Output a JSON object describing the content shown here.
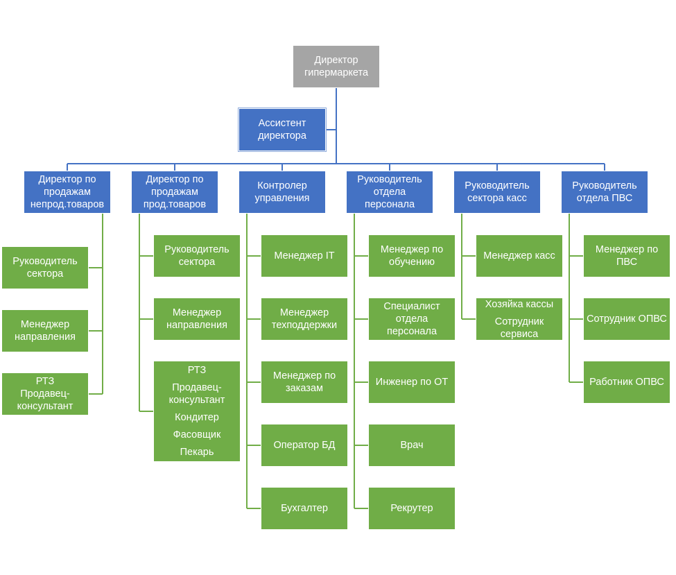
{
  "colors": {
    "top": "#a5a5a5",
    "manager": "#4472c4",
    "staff": "#70ad47",
    "connector": "#4472c4",
    "staff_connector": "#70ad47"
  },
  "nodes": {
    "director": [
      "Директор",
      "гипермаркета"
    ],
    "assistant": [
      "Ассистент",
      "директора"
    ],
    "heads": [
      {
        "title": [
          "Директор по",
          "продажам",
          "непрод.товаров"
        ],
        "staff": [
          [
            "Руководитель",
            "сектора"
          ],
          [
            "Менеджер",
            "направления"
          ],
          [
            "РТЗ",
            "Продавец-",
            "консультант"
          ]
        ]
      },
      {
        "title": [
          "Директор по",
          "продажам",
          "прод.товаров"
        ],
        "staff": [
          [
            "Руководитель",
            "сектора"
          ],
          [
            "Менеджер",
            "направления"
          ],
          [
            "РТЗ",
            "Продавец-",
            "консультант",
            "Кондитер",
            "Фасовщик",
            "Пекарь"
          ]
        ]
      },
      {
        "title": [
          "Контролер",
          "управления"
        ],
        "staff": [
          [
            "Менеджер IT"
          ],
          [
            "Менеджер",
            "техподдержки"
          ],
          [
            "Менеджер по",
            "заказам"
          ],
          [
            "Оператор БД"
          ],
          [
            "Бухгалтер"
          ]
        ]
      },
      {
        "title": [
          "Руководитель",
          "отдела",
          "персонала"
        ],
        "staff": [
          [
            "Менеджер по",
            "обучению"
          ],
          [
            "Специалист",
            "отдела",
            "персонала"
          ],
          [
            "Инженер по ОТ"
          ],
          [
            "Врач"
          ],
          [
            "Рекрутер"
          ]
        ]
      },
      {
        "title": [
          "Руководитель",
          "сектора касс"
        ],
        "staff": [
          [
            "Менеджер касс"
          ],
          [
            "Хозяйка кассы",
            "Сотрудник",
            "сервиса"
          ]
        ]
      },
      {
        "title": [
          "Руководитель",
          "отдела ПВС"
        ],
        "staff": [
          [
            "Менеджер по",
            "ПВС"
          ],
          [
            "Сотрудник ОПВС"
          ],
          [
            "Работник ОПВС"
          ]
        ]
      }
    ]
  }
}
